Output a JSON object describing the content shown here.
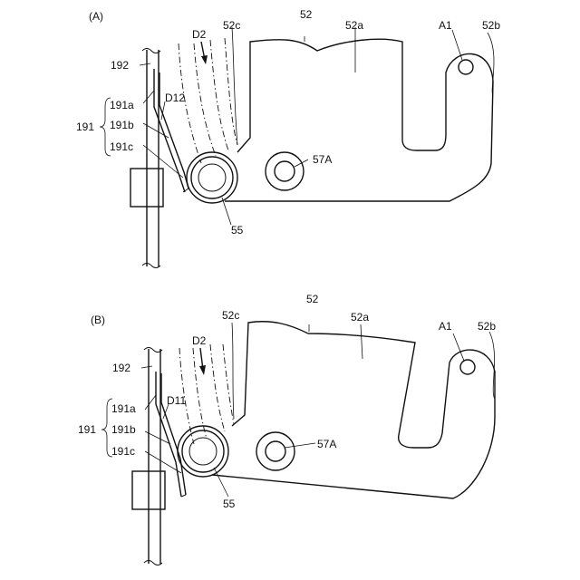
{
  "panels": [
    {
      "id": "A",
      "panel_label": "(A)",
      "labels": {
        "l52": "52",
        "l52a": "52a",
        "l52b": "52b",
        "l52c": "52c",
        "lA1": "A1",
        "lD2": "D2",
        "lD": "D12",
        "l192": "192",
        "l191": "191",
        "l191a": "191a",
        "l191b": "191b",
        "l191c": "191c",
        "l57A": "57A",
        "l55": "55"
      }
    },
    {
      "id": "B",
      "panel_label": "(B)",
      "labels": {
        "l52": "52",
        "l52a": "52a",
        "l52b": "52b",
        "l52c": "52c",
        "lA1": "A1",
        "lD2": "D2",
        "lD": "D11",
        "l192": "192",
        "l191": "191",
        "l191a": "191a",
        "l191b": "191b",
        "l191c": "191c",
        "l57A": "57A",
        "l55": "55"
      }
    }
  ]
}
